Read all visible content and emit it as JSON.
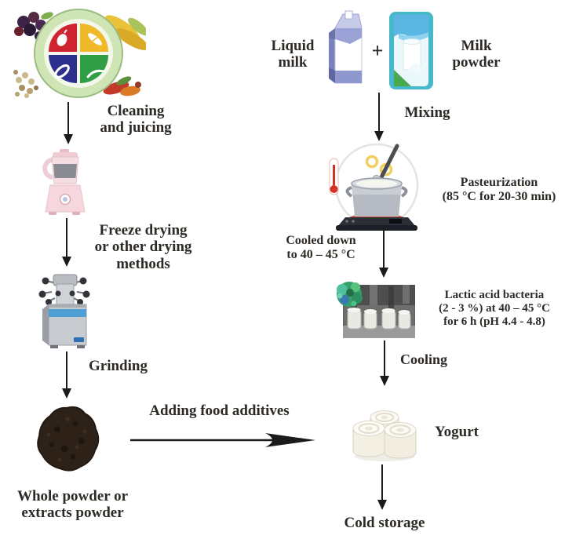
{
  "colors": {
    "background": "#ffffff",
    "text": "#2d2a26",
    "arrow": "#1b1b1b",
    "plate_green": "#cfe5b5",
    "quadrant_red": "#cf2330",
    "quadrant_yellow": "#efb929",
    "quadrant_blue": "#2d2f8f",
    "quadrant_green": "#2f9e44",
    "carton_purple": "#9aa2d6",
    "bag_teal": "#46b8c9",
    "blender_pink": "#f6d7de",
    "dryer_blue": "#4f9fd4",
    "powder_brown": "#2e2118",
    "yogurt_cream": "#f1ede0"
  },
  "icons": {
    "fruits_plate": "food-groups-plate-icon",
    "milk_carton": "milk-carton-icon",
    "milk_powder_bag": "milk-powder-bag-icon",
    "blender": "blender-icon",
    "freeze_dryer": "freeze-dryer-icon",
    "powder_pile": "powder-pile-icon",
    "pasteurization_pot": "pot-on-stove-icon",
    "bacteria": "bacteria-icon",
    "fermentation_tanks": "fermentation-tanks-photo",
    "yogurt_cups": "yogurt-cups-icon"
  },
  "left": {
    "cleaning": [
      "Cleaning",
      "and juicing"
    ],
    "freeze_drying": [
      "Freeze drying",
      "or other drying",
      "methods"
    ],
    "grinding": "Grinding",
    "whole_powder": [
      "Whole powder or",
      "extracts powder"
    ]
  },
  "center": {
    "adding_additives": "Adding food additives"
  },
  "right": {
    "liquid_milk": [
      "Liquid",
      "milk"
    ],
    "plus": "+",
    "milk_powder": [
      "Milk",
      "powder"
    ],
    "mixing": "Mixing",
    "pasteurization": [
      "Pasteurization",
      "(85 °C for 20-30 min)"
    ],
    "cooled_down": [
      "Cooled down",
      "to 40 – 45 °C"
    ],
    "lactic": [
      "Lactic acid bacteria",
      "(2 - 3 %) at 40 – 45 °C",
      "for 6 h (pH 4.4 - 4.8)"
    ],
    "cooling": "Cooling",
    "yogurt": "Yogurt",
    "cold_storage": "Cold storage"
  }
}
